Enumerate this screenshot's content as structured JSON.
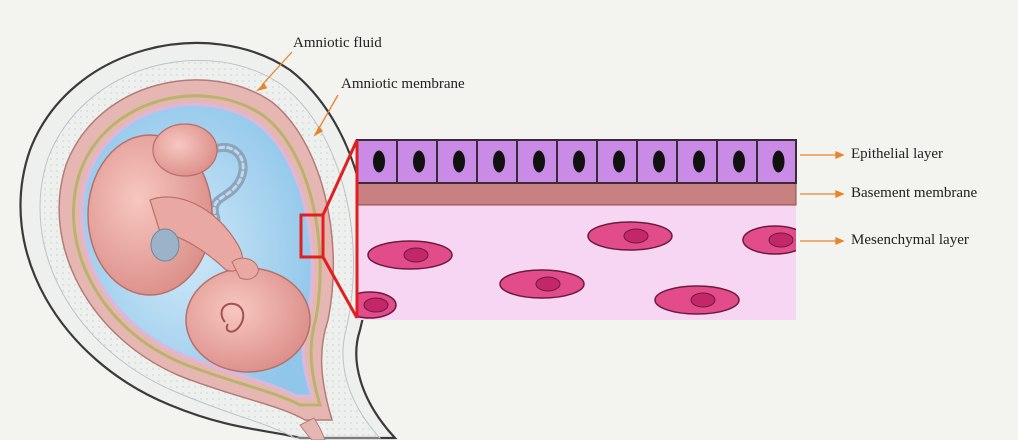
{
  "labels": {
    "amniotic_fluid": "Amniotic fluid",
    "amniotic_membrane": "Amniotic membrane",
    "epithelial_layer": "Epithelial layer",
    "basement_membrane": "Basement membrane",
    "mesenchymal_layer": "Mesenchymal layer"
  },
  "colors": {
    "background": "#f3f3ef",
    "epithelial_cell": "#c98be6",
    "basement_membrane": "#c98080",
    "mesenchymal_bg": "#f6d6f3",
    "mesenchymal_cell": "#e24c8a",
    "amniotic_fluid": "#8fc6ea",
    "zoom_box": "#e02020",
    "leader_arrow": "#e8842a"
  },
  "icons": {
    "fetus": "fetus-illustration",
    "epithelial_nucleus": "nucleus-icon"
  }
}
